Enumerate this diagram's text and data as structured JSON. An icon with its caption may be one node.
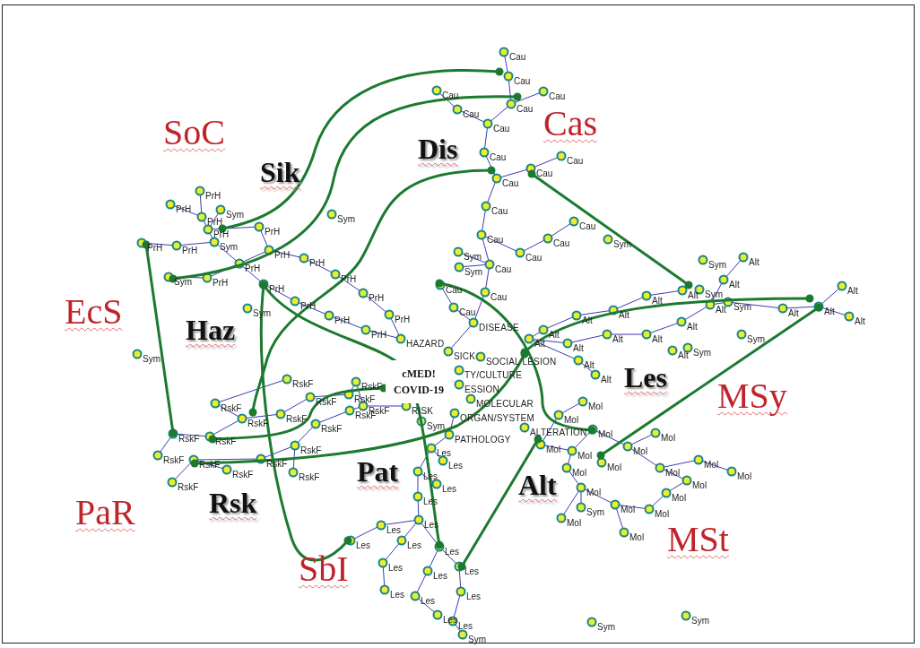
{
  "diagram": {
    "labels": [
      "Cau",
      "Cau",
      "Cau",
      "Cau",
      "Cau",
      "Cau",
      "SoC",
      "Cas",
      "Cau",
      "Dis",
      "Cau",
      "Cau",
      "Cau",
      "Sik",
      "Cau",
      "PrH",
      "PrH",
      "Cau",
      "Sym",
      "Sym",
      "PrH",
      "PrH",
      "PrH",
      "Cau",
      "Cau",
      "Cau",
      "Sym",
      "PrH",
      "Sym",
      "PrH",
      "PrH",
      "Sym",
      "Cau",
      "PrH",
      "Alt",
      "Sym",
      "PrH",
      "Cau",
      "Sym",
      "PrH",
      "Sym",
      "PrH",
      "Alt",
      "PrH",
      "Cau",
      "Alt",
      "Sym",
      "Alt",
      "Cau",
      "PrH",
      "EcS",
      "Alt",
      "PrH",
      "Sym",
      "Alt",
      "Alt",
      "Cau",
      "Sym",
      "Alt",
      "Alt",
      "PrH",
      "PrH",
      "Alt",
      "Alt",
      "Haz",
      "DISEASE",
      "Alt",
      "PrH",
      "Alt",
      "Sym",
      "Alt",
      "Alt",
      "HAZARD",
      "Alt",
      "Sym",
      "Alt",
      "Alt",
      "SICK",
      "SOCIAL LESION",
      "Sym",
      "Alt",
      "Alt",
      "cMED! COVID-19",
      "TY/CULTURE",
      "Les",
      "RskF",
      "RskF",
      "RskF",
      "ESSION",
      "RskF",
      "MOLECULAR",
      "MSy",
      "RskF",
      "RskF",
      "Mol",
      "RISK",
      "RskF",
      "RskF",
      "Sym",
      "ORGAN/SYSTEM",
      "Mol",
      "RskF",
      "ALTERATION",
      "RskF",
      "Mol",
      "Mol",
      "PATHOLOGY",
      "RskF",
      "RskF",
      "Mol",
      "Mol",
      "RskF",
      "Mol",
      "Les",
      "Les",
      "RskF",
      "Mol",
      "RskF",
      "RskF",
      "Mol",
      "Les",
      "Mol",
      "Mol",
      "RskF",
      "Mol",
      "Pat",
      "RskF",
      "Mol",
      "Les",
      "RskF",
      "Mol",
      "Mol",
      "Les",
      "Alt",
      "Rsk",
      "Mol",
      "Sym",
      "Mol",
      "Mol",
      "PaR",
      "Les",
      "Les",
      "Mol",
      "MSt",
      "Les",
      "Les",
      "Les",
      "Les",
      "Les",
      "Les",
      "SbI",
      "Les",
      "Les",
      "Les",
      "Les",
      "Sym",
      "Sym",
      "Les",
      "Sym"
    ]
  }
}
